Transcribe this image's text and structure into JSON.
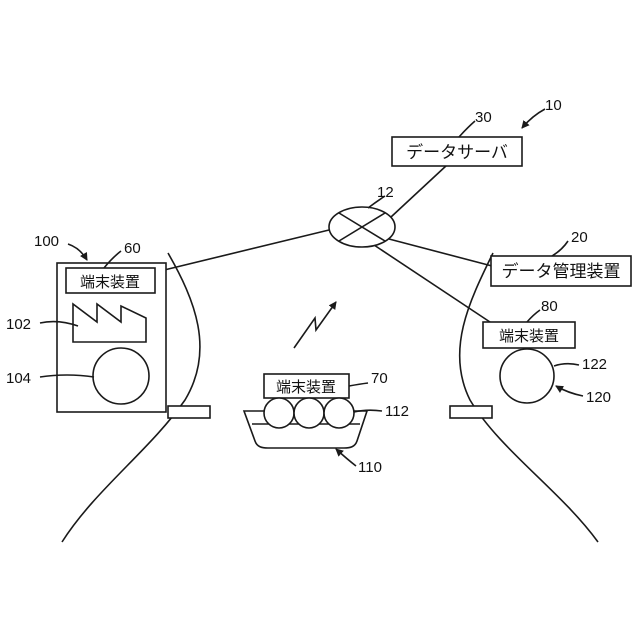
{
  "labels": {
    "data_server": "データサーバ",
    "data_management_device": "データ管理装置",
    "terminal_60": "端末装置",
    "terminal_70": "端末装置",
    "terminal_80": "端末装置"
  },
  "refs": {
    "r10": "10",
    "r12": "12",
    "r20": "20",
    "r30": "30",
    "r60": "60",
    "r70": "70",
    "r80": "80",
    "r100": "100",
    "r102": "102",
    "r104": "104",
    "r110": "110",
    "r112": "112",
    "r120": "120",
    "r122": "122"
  }
}
